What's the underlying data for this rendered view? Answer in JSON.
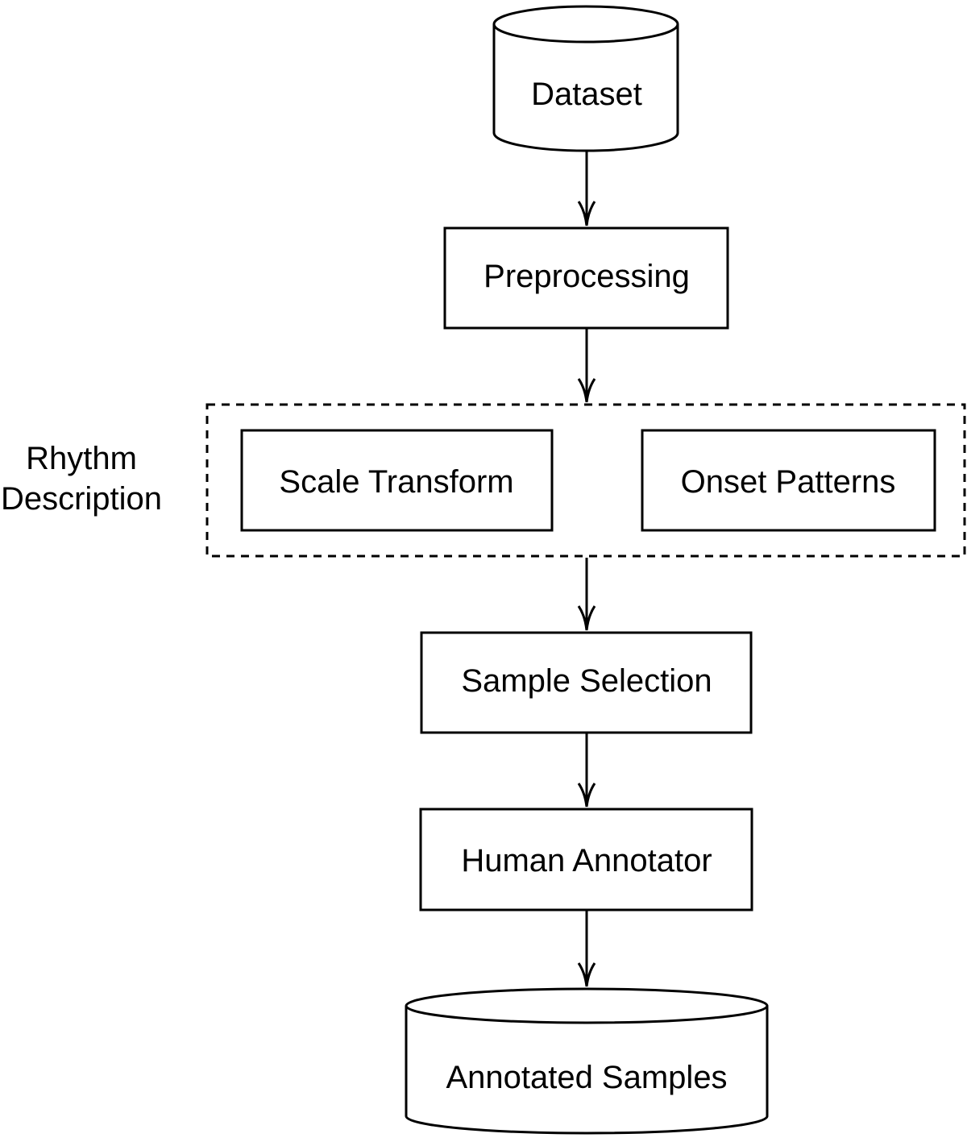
{
  "diagram": {
    "nodes": {
      "dataset": "Dataset",
      "preprocessing": "Preprocessing",
      "scale_transform": "Scale Transform",
      "onset_patterns": "Onset Patterns",
      "sample_selection": "Sample Selection",
      "human_annotator": "Human Annotator",
      "annotated_samples": "Annotated Samples"
    },
    "group_label": {
      "line1": "Rhythm",
      "line2": "Description"
    },
    "edges": [
      [
        "dataset",
        "preprocessing"
      ],
      [
        "preprocessing",
        "rhythm-description"
      ],
      [
        "rhythm-description",
        "sample_selection"
      ],
      [
        "sample_selection",
        "human_annotator"
      ],
      [
        "human_annotator",
        "annotated_samples"
      ]
    ]
  }
}
